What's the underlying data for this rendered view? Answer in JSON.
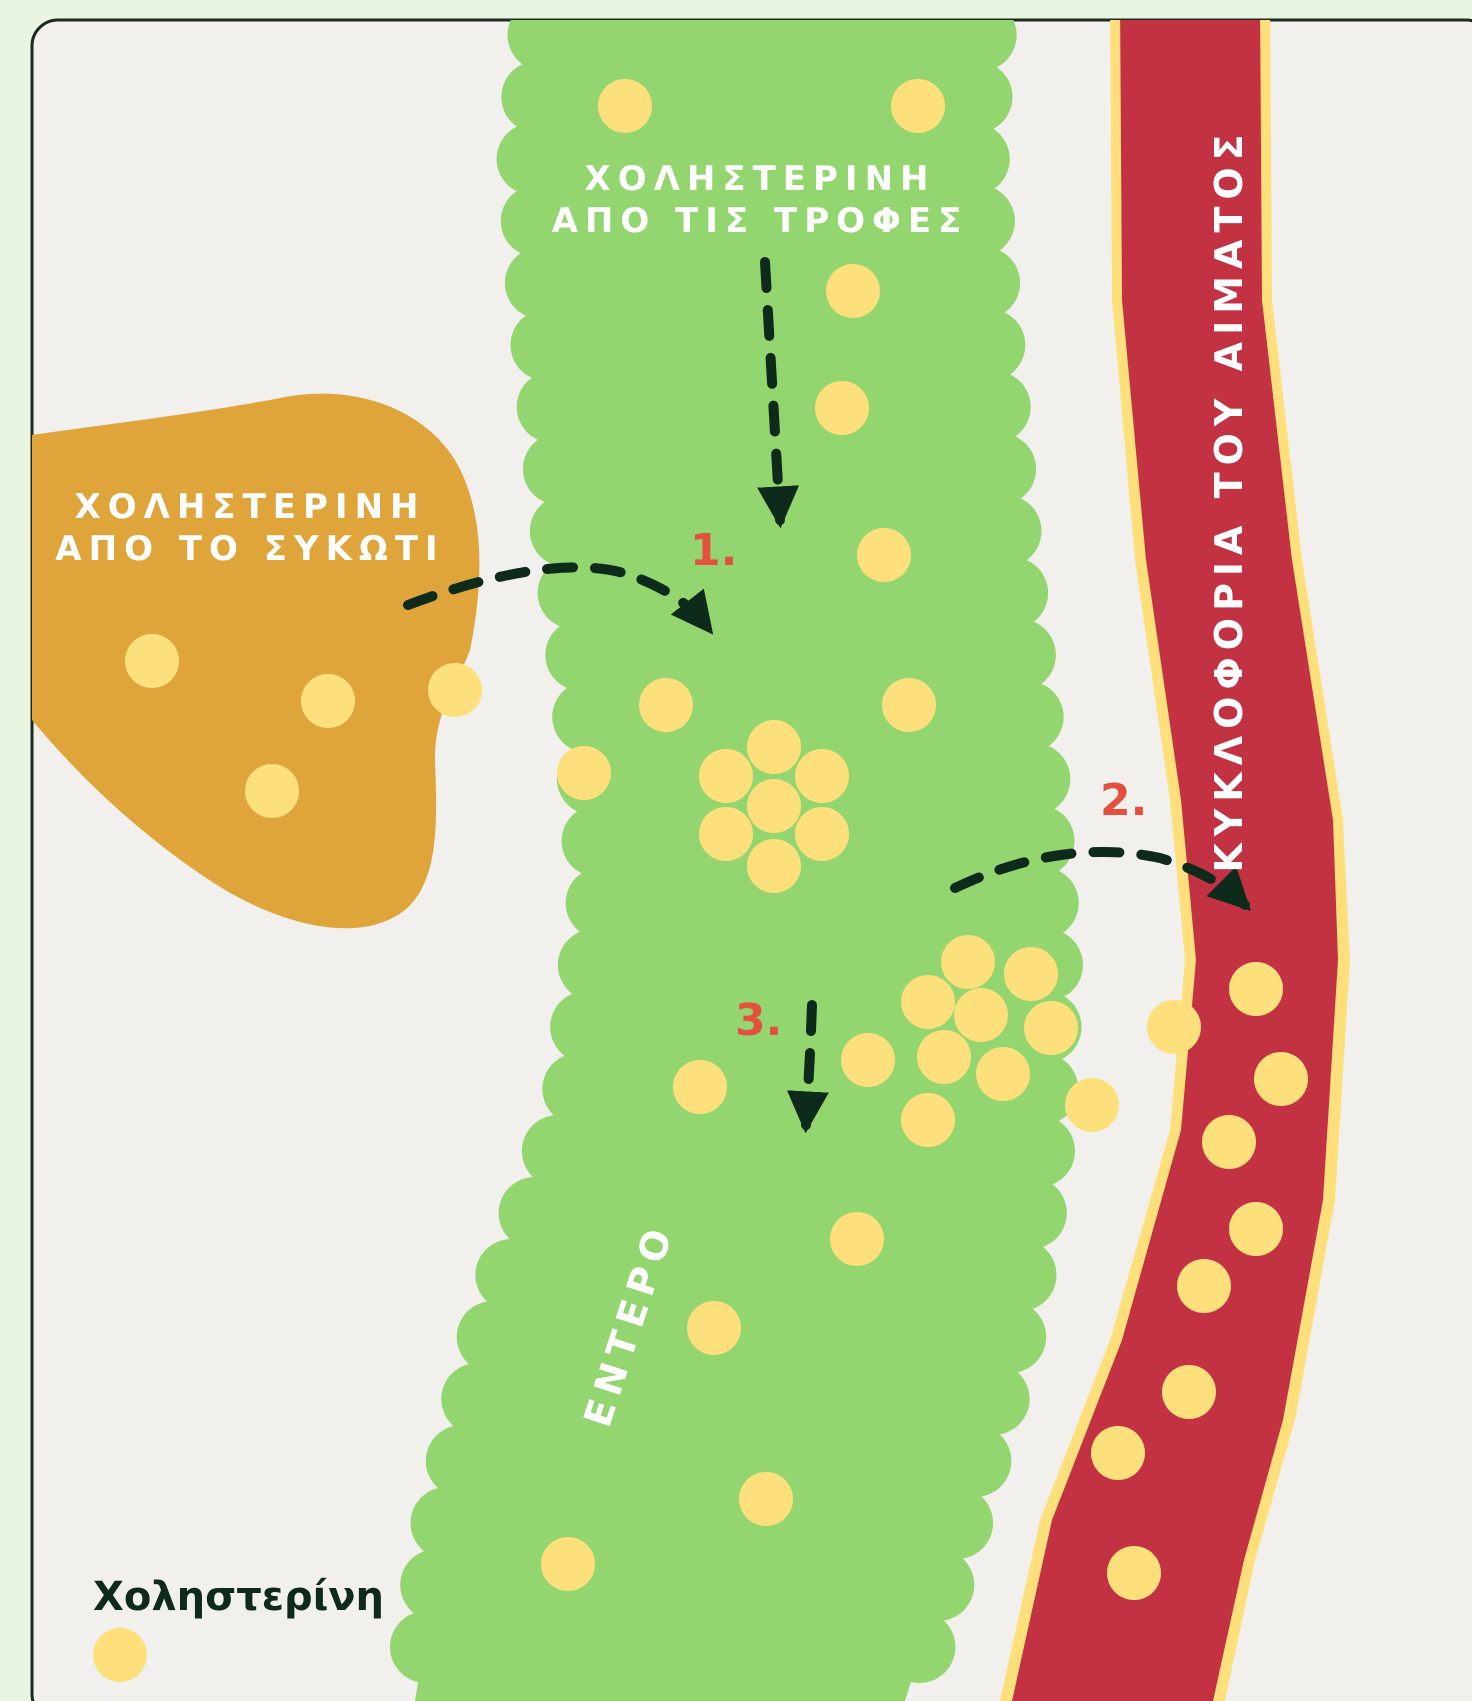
{
  "colors": {
    "page_bg": "#e9f5e1",
    "panel_bg": "#f1f0ed",
    "panel_border": "#1a2a1e",
    "intestine": "#93d56f",
    "liver": "#dfa53a",
    "vessel": "#c33242",
    "vessel_edge": "#fde07c",
    "cholesterol": "#fde07c",
    "arrow": "#0d2a1b",
    "step_number": "#e3503e",
    "dark_text": "#0d2a1b",
    "light_text": "#ffffff"
  },
  "labels": {
    "food_line1": "ΧΟΛΗΣΤΕΡΙΝΗ",
    "food_line2": "ΑΠΟ ΤΙΣ ΤΡΟΦΕΣ",
    "liver_line1": "ΧΟΛΗΣΤΕΡΙΝΗ",
    "liver_line2": "ΑΠΟ ΤΟ ΣΥΚΩΤΙ",
    "blood": "ΚΥΚΛΟΦΟΡΙΑ ΤΟΥ ΑΙΜΑΤΟΣ",
    "intestine": "ΕΝΤΕΡΟ"
  },
  "steps": [
    "1.",
    "2.",
    "3."
  ],
  "legend": {
    "title": "Χοληστερίνη",
    "icon": "cholesterol-dot-icon"
  }
}
